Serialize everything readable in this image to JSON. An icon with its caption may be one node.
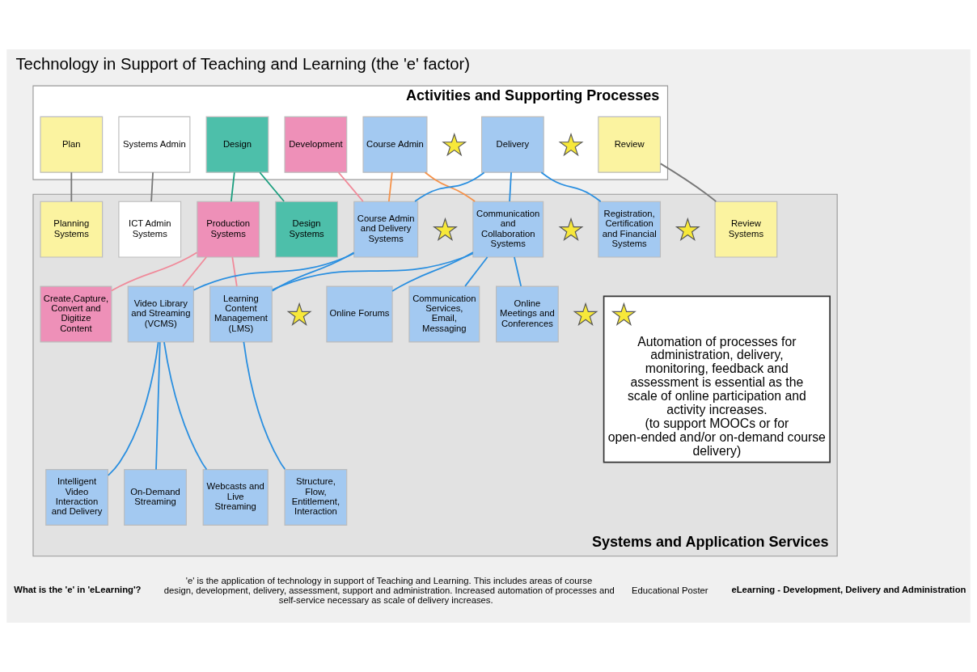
{
  "diagram": {
    "title": "Technology in Support of Teaching and Learning (the 'e' factor)",
    "nodes": [
      {
        "text": [
          "Activities and Supporting Processes"
        ]
      },
      {
        "text": [
          "Systems and Application Services"
        ]
      },
      {
        "text": [
          "Plan"
        ],
        "in": 0
      },
      {
        "text": [
          "Systems Admin"
        ],
        "in": 0
      },
      {
        "text": [
          "Design"
        ],
        "in": 0
      },
      {
        "text": [
          "Development"
        ],
        "in": 0
      },
      {
        "text": [
          "Course Admin"
        ],
        "in": 0
      },
      {
        "text": [
          "Delivery"
        ],
        "in": 0
      },
      {
        "text": [
          "Review"
        ],
        "in": 0
      },
      {
        "text": [
          "Planning Systems"
        ],
        "in": 1
      },
      {
        "text": [
          "ICT Admin Systems"
        ],
        "in": 1
      },
      {
        "text": [
          "Design Systems"
        ],
        "in": 1
      },
      {
        "text": [
          "Production Systems"
        ],
        "in": 1
      },
      {
        "text": [
          "Registration, Certification and Financial Systems"
        ],
        "in": 1
      },
      {
        "text": [
          "Course Admin and Delivery Systems"
        ],
        "in": 1
      },
      {
        "text": [
          "Communication and Collaboration Systems"
        ],
        "in": 1
      },
      {
        "text": [
          "Review Systems"
        ],
        "in": 1
      },
      {
        "text": [
          "Automation of processes for administration, delivery, monitoring, feedback and assessment is essential as the scale of online participation and activity increases.",
          "(to support MOOCs or for open-ended and/or on-demand course delivery)"
        ],
        "in": 1
      },
      {
        "text": [
          "Create,Capture, Convert and Digitize Content"
        ],
        "in": 1
      },
      {
        "text": [
          "Video Library and Streaming (VCMS)"
        ],
        "in": 1
      },
      {
        "text": [
          "Learning Content Management (LMS)"
        ],
        "in": 1
      },
      {
        "text": [
          "Communication Services, Email, Messaging"
        ],
        "in": 1
      },
      {
        "text": [
          "Online Meetings and Conferences"
        ],
        "in": 1
      },
      {
        "text": [
          "Online Forums"
        ],
        "in": 1
      },
      {
        "text": [
          "Intelligent Video Interaction and Delivery"
        ],
        "in": 1
      },
      {
        "text": [
          "On-Demand Streaming"
        ],
        "in": 1
      },
      {
        "text": [
          "Webcasts and Live Streaming"
        ],
        "in": 1
      },
      {
        "text": [
          "Structure, Flow, Entitlement, Interaction"
        ],
        "in": 1
      },
      {
        "text": [],
        "shape": "star",
        "in": 0
      },
      {
        "text": [],
        "shape": "star",
        "in": 0
      },
      {
        "text": [],
        "shape": "star",
        "in": 1
      },
      {
        "text": [],
        "shape": "star",
        "in": 1
      },
      {
        "text": [],
        "shape": "star",
        "in": 1
      },
      {
        "text": [],
        "shape": "star",
        "in": 17
      },
      {
        "text": [],
        "shape": "star",
        "in": 1
      },
      {
        "text": [],
        "shape": "star",
        "in": 1
      }
    ],
    "edges": [
      {
        "from": 2,
        "to": 9,
        "arrow": "none",
        "color": "#777777"
      },
      {
        "from": 3,
        "to": 10,
        "arrow": "none",
        "color": "#777777"
      },
      {
        "from": 4,
        "to": 11,
        "arrow": "none",
        "color": "#1a9e7e"
      },
      {
        "from": 4,
        "to": 12,
        "arrow": "none",
        "color": "#1a9e7e"
      },
      {
        "from": 5,
        "to": 14,
        "arrow": "none",
        "color": "#f08a9a"
      },
      {
        "from": 6,
        "to": 14,
        "arrow": "none",
        "color": "#f5924a"
      },
      {
        "from": 6,
        "to": 15,
        "arrow": "none",
        "color": "#f5924a"
      },
      {
        "from": 7,
        "to": 13,
        "arrow": "none"
      },
      {
        "from": 7,
        "to": 14,
        "arrow": "none"
      },
      {
        "from": 7,
        "to": 15,
        "arrow": "none"
      },
      {
        "from": 8,
        "to": 16,
        "arrow": "none",
        "color": "#777777"
      },
      {
        "from": 12,
        "to": 18,
        "arrow": "none",
        "color": "#f08a9a"
      },
      {
        "from": 12,
        "to": 19,
        "arrow": "none",
        "color": "#f08a9a"
      },
      {
        "from": 12,
        "to": 20,
        "arrow": "none",
        "color": "#f08a9a"
      },
      {
        "from": 14,
        "to": 19,
        "arrow": "none"
      },
      {
        "from": 14,
        "to": 20,
        "arrow": "none"
      },
      {
        "from": 15,
        "to": 20,
        "arrow": "none"
      },
      {
        "from": 15,
        "to": 21,
        "arrow": "none"
      },
      {
        "from": 15,
        "to": 22,
        "arrow": "none"
      },
      {
        "from": 15,
        "to": 23,
        "arrow": "none"
      },
      {
        "from": 19,
        "to": 24,
        "arrow": "none"
      },
      {
        "from": 19,
        "to": 25,
        "arrow": "none"
      },
      {
        "from": 19,
        "to": 26,
        "arrow": "none"
      },
      {
        "from": 20,
        "to": 27,
        "arrow": "none"
      }
    ],
    "labels": [
      "What is the 'e' in 'eLearning'?",
      "'e' is the application of technology in support of Teaching and Learning. This includes areas of course design, development, delivery, assessment, support and administration. Increased automation of processes and self-service necessary as scale of delivery increases.",
      "Educational Poster",
      "eLearning - Development, Delivery and Administration"
    ]
  }
}
